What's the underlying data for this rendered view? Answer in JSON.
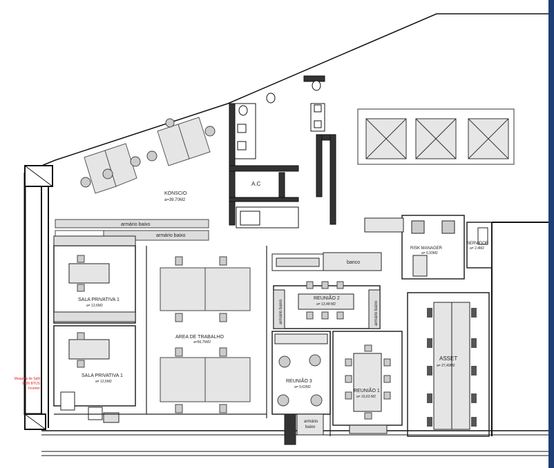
{
  "rooms": {
    "konscio": {
      "name": "KONSCIO",
      "area": "a=39,70M2"
    },
    "ac": {
      "name": "A.C"
    },
    "sala1": {
      "name": "SALA PRIVATIVA 1",
      "area": "a= 12,6M2"
    },
    "sala2": {
      "name": "SALA PRIVATIVA 1",
      "area": "a= 12,6M2"
    },
    "area_trabalho": {
      "name": "AREA DE TRABALHO",
      "area": "a=56,75M2"
    },
    "reuniao2": {
      "name": "REUNIÃO 2",
      "area": "a= 13,48 M2"
    },
    "reuniao3": {
      "name": "REUNIÃO 3",
      "area": "a= 9,62M2"
    },
    "reuniao1": {
      "name": "REUNIÃO 1",
      "area": "a= 16,63 M2"
    },
    "risk_manager": {
      "name": "RISK MANAGER",
      "area": "a= 6,93M2"
    },
    "servidor": {
      "name": "SERVIDOR",
      "area": "a= 2,4M2"
    },
    "asset": {
      "name": "ASSET",
      "area": "a= 27,49M2"
    }
  },
  "furniture": {
    "armario_baixo_1": "armário baixo",
    "armario_baixo_2": "armário baixo",
    "banco": "banco",
    "armario_v1": "armário baixo",
    "armario_v2": "armário baixo",
    "armario_baixo_3": [
      "armário",
      "baixo"
    ]
  },
  "note": [
    "Maquina de Split",
    "9000 BTUS",
    "Inverter"
  ]
}
